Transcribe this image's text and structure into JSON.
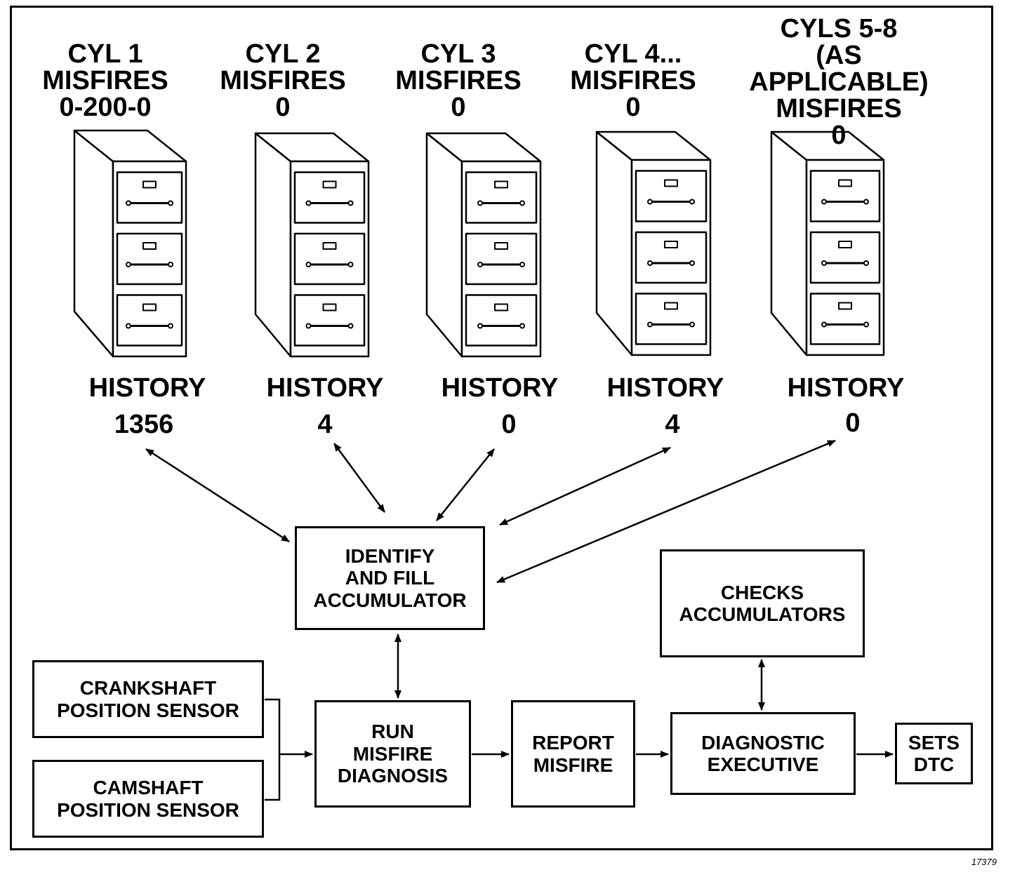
{
  "cylinders": [
    {
      "title": "CYL 1\nMISFIRES\n0-200-0",
      "history_label": "HISTORY",
      "history_value": "1356"
    },
    {
      "title": "CYL 2\nMISFIRES\n0",
      "history_label": "HISTORY",
      "history_value": "4"
    },
    {
      "title": "CYL 3\nMISFIRES\n0",
      "history_label": "HISTORY",
      "history_value": "0"
    },
    {
      "title": "CYL 4...\nMISFIRES\n0",
      "history_label": "HISTORY",
      "history_value": "4"
    },
    {
      "title": "CYLS 5-8\n(AS APPLICABLE)\nMISFIRES\n0",
      "history_label": "HISTORY",
      "history_value": "0"
    }
  ],
  "boxes": {
    "identify": "IDENTIFY\nAND FILL\nACCUMULATOR",
    "checks": "CHECKS\nACCUMULATORS",
    "crankshaft": "CRANKSHAFT\nPOSITION SENSOR",
    "camshaft": "CAMSHAFT\nPOSITION SENSOR",
    "run": "RUN\nMISFIRE\nDIAGNOSIS",
    "report": "REPORT\nMISFIRE",
    "executive": "DIAGNOSTIC\nEXECUTIVE",
    "dtc": "SETS\nDTC"
  },
  "figure_id": "17379"
}
